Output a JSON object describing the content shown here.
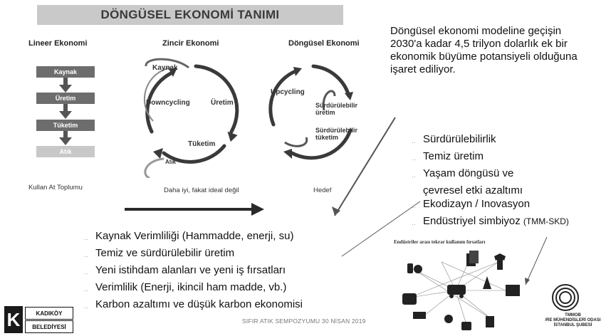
{
  "title": "DÖNGÜSEL EKONOMİ TANIMI",
  "columns": {
    "linear": {
      "title": "Lineer Ekonomi",
      "steps": [
        "Kaynak",
        "Üretim",
        "Tüketim",
        "Atık"
      ],
      "caption": "Kullan At Toplumu"
    },
    "chain": {
      "title": "Zincir Ekonomi",
      "labels": {
        "kaynak": "Kaynak",
        "uretim": "Üretim",
        "downcycling": "Downcycling",
        "tuketim": "Tüketim",
        "atik": "Atık"
      },
      "caption": "Daha iyi, fakat ideal değil"
    },
    "circular": {
      "title": "Döngüsel Ekonomi",
      "labels": {
        "upcycling": "Upcycling",
        "sur_uretim": "Sürdürülebilir üretim",
        "sur_tuketim": "Sürdürülebilir tüketim"
      },
      "caption": "Hedef"
    }
  },
  "intro_text": "Döngüsel ekonomi modeline geçişin 2030'a kadar 4,5 trilyon dolarlık ek bir ekonomik büyüme potansiyeli olduğuna işaret ediliyor.",
  "right_list": [
    "Sürdürülebilirlik",
    "Temiz üretim",
    "Yaşam döngüsü ve",
    "çevresel etki azaltımı",
    "Ekodizayn / Inovasyon",
    "Endüstriyel simbiyoz"
  ],
  "right_list_note": "(TMM-SKD)",
  "bottom_list": [
    "Kaynak Verimliliği (Hammadde, enerji, su)",
    "Temiz ve sürdürülebilir üretim",
    "Yeni istihdam alanları ve yeni iş fırsatları",
    "Verimlilik (Enerji, ikincil ham madde, vb.)",
    "Karbon azaltımı ve düşük karbon ekonomisi"
  ],
  "symbiosis_title": "Endüstriler arası tekrar kullanım fırsatları",
  "footer": "SIFIR ATIK SEMPOZYUMU 30 NİSAN 2019",
  "logo_left": {
    "letter": "K",
    "line1": "KADIKÖY",
    "line2": "BELEDİYESİ"
  },
  "logo_right": {
    "line1": "TMMOB",
    "line2": "/RE MÜHENDİSLERİ ODASI",
    "line3": "İSTANBUL ŞUBESİ"
  },
  "colors": {
    "banner": "#c9c9c9",
    "box": "#6d6d6d",
    "atik_box": "#c8c8c8",
    "cycle": "#3a3a3a"
  }
}
